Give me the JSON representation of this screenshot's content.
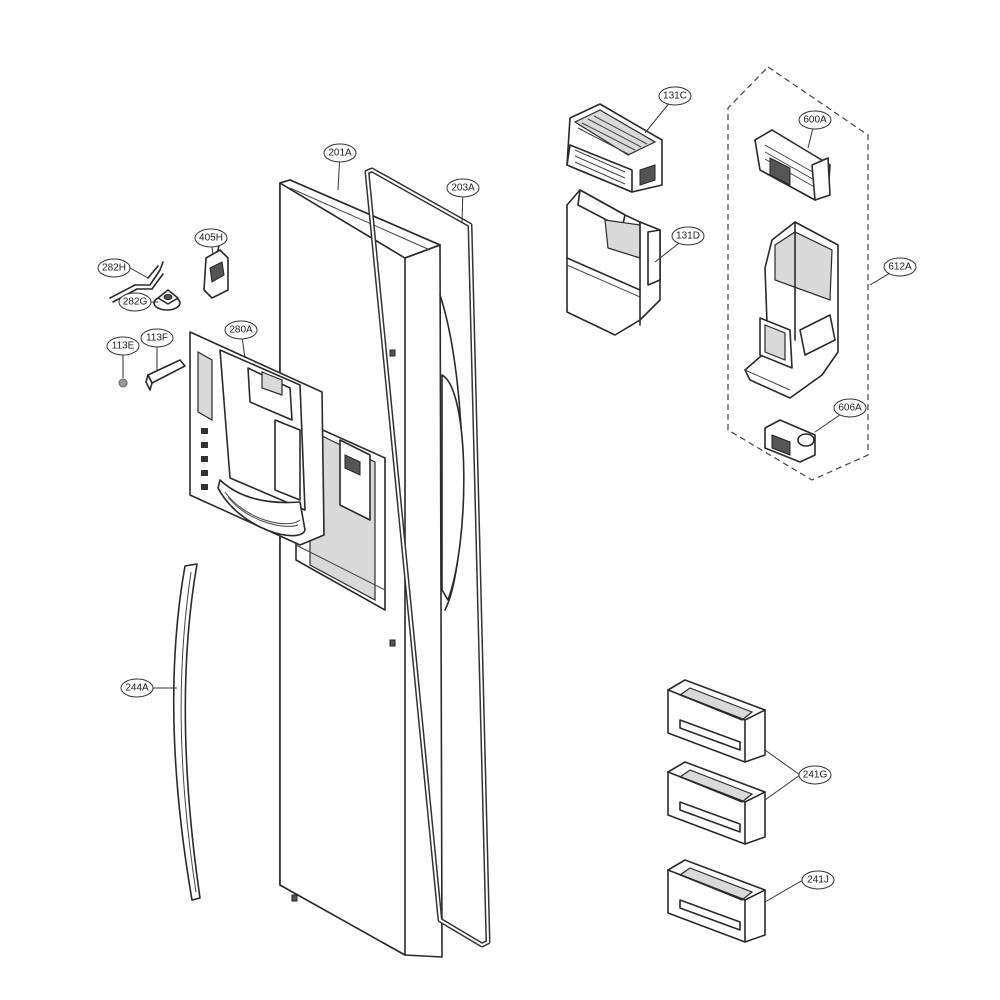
{
  "callouts": [
    {
      "id": "131C",
      "label": "131C"
    },
    {
      "id": "131D",
      "label": "131D"
    },
    {
      "id": "600A",
      "label": "600A"
    },
    {
      "id": "612A",
      "label": "612A"
    },
    {
      "id": "606A",
      "label": "606A"
    },
    {
      "id": "201A",
      "label": "201A"
    },
    {
      "id": "203A",
      "label": "203A"
    },
    {
      "id": "405H",
      "label": "405H"
    },
    {
      "id": "282H",
      "label": "282H"
    },
    {
      "id": "282G",
      "label": "282G"
    },
    {
      "id": "113E",
      "label": "113E"
    },
    {
      "id": "113F",
      "label": "113F"
    },
    {
      "id": "280A",
      "label": "280A"
    },
    {
      "id": "244A",
      "label": "244A"
    },
    {
      "id": "241G",
      "label": "241G"
    },
    {
      "id": "241J",
      "label": "241J"
    }
  ]
}
